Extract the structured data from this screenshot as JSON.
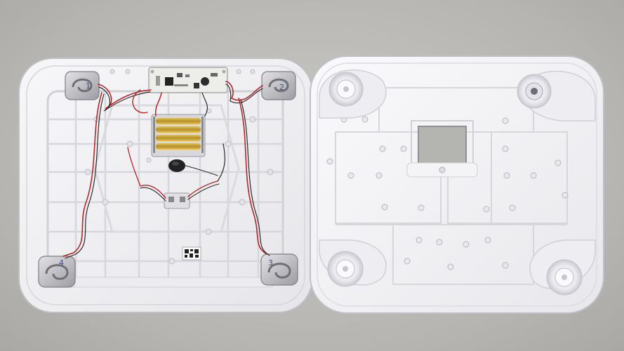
{
  "photo": {
    "subject": "disassembled-bathroom-scale",
    "handwritten_marks": {
      "top_left_sensor": "1",
      "top_right_sensor": "2",
      "bottom_left_sensor": "4",
      "bottom_right_sensor": "3"
    },
    "colors": {
      "background": "#bdbcb9",
      "shell": "#f4f4f6",
      "pcb": "#eeeeea",
      "battery": "#c8a33a",
      "wire_red": "#b3262a",
      "wire_black": "#2a2a2a",
      "load_cell": "#c9c9cc"
    }
  }
}
